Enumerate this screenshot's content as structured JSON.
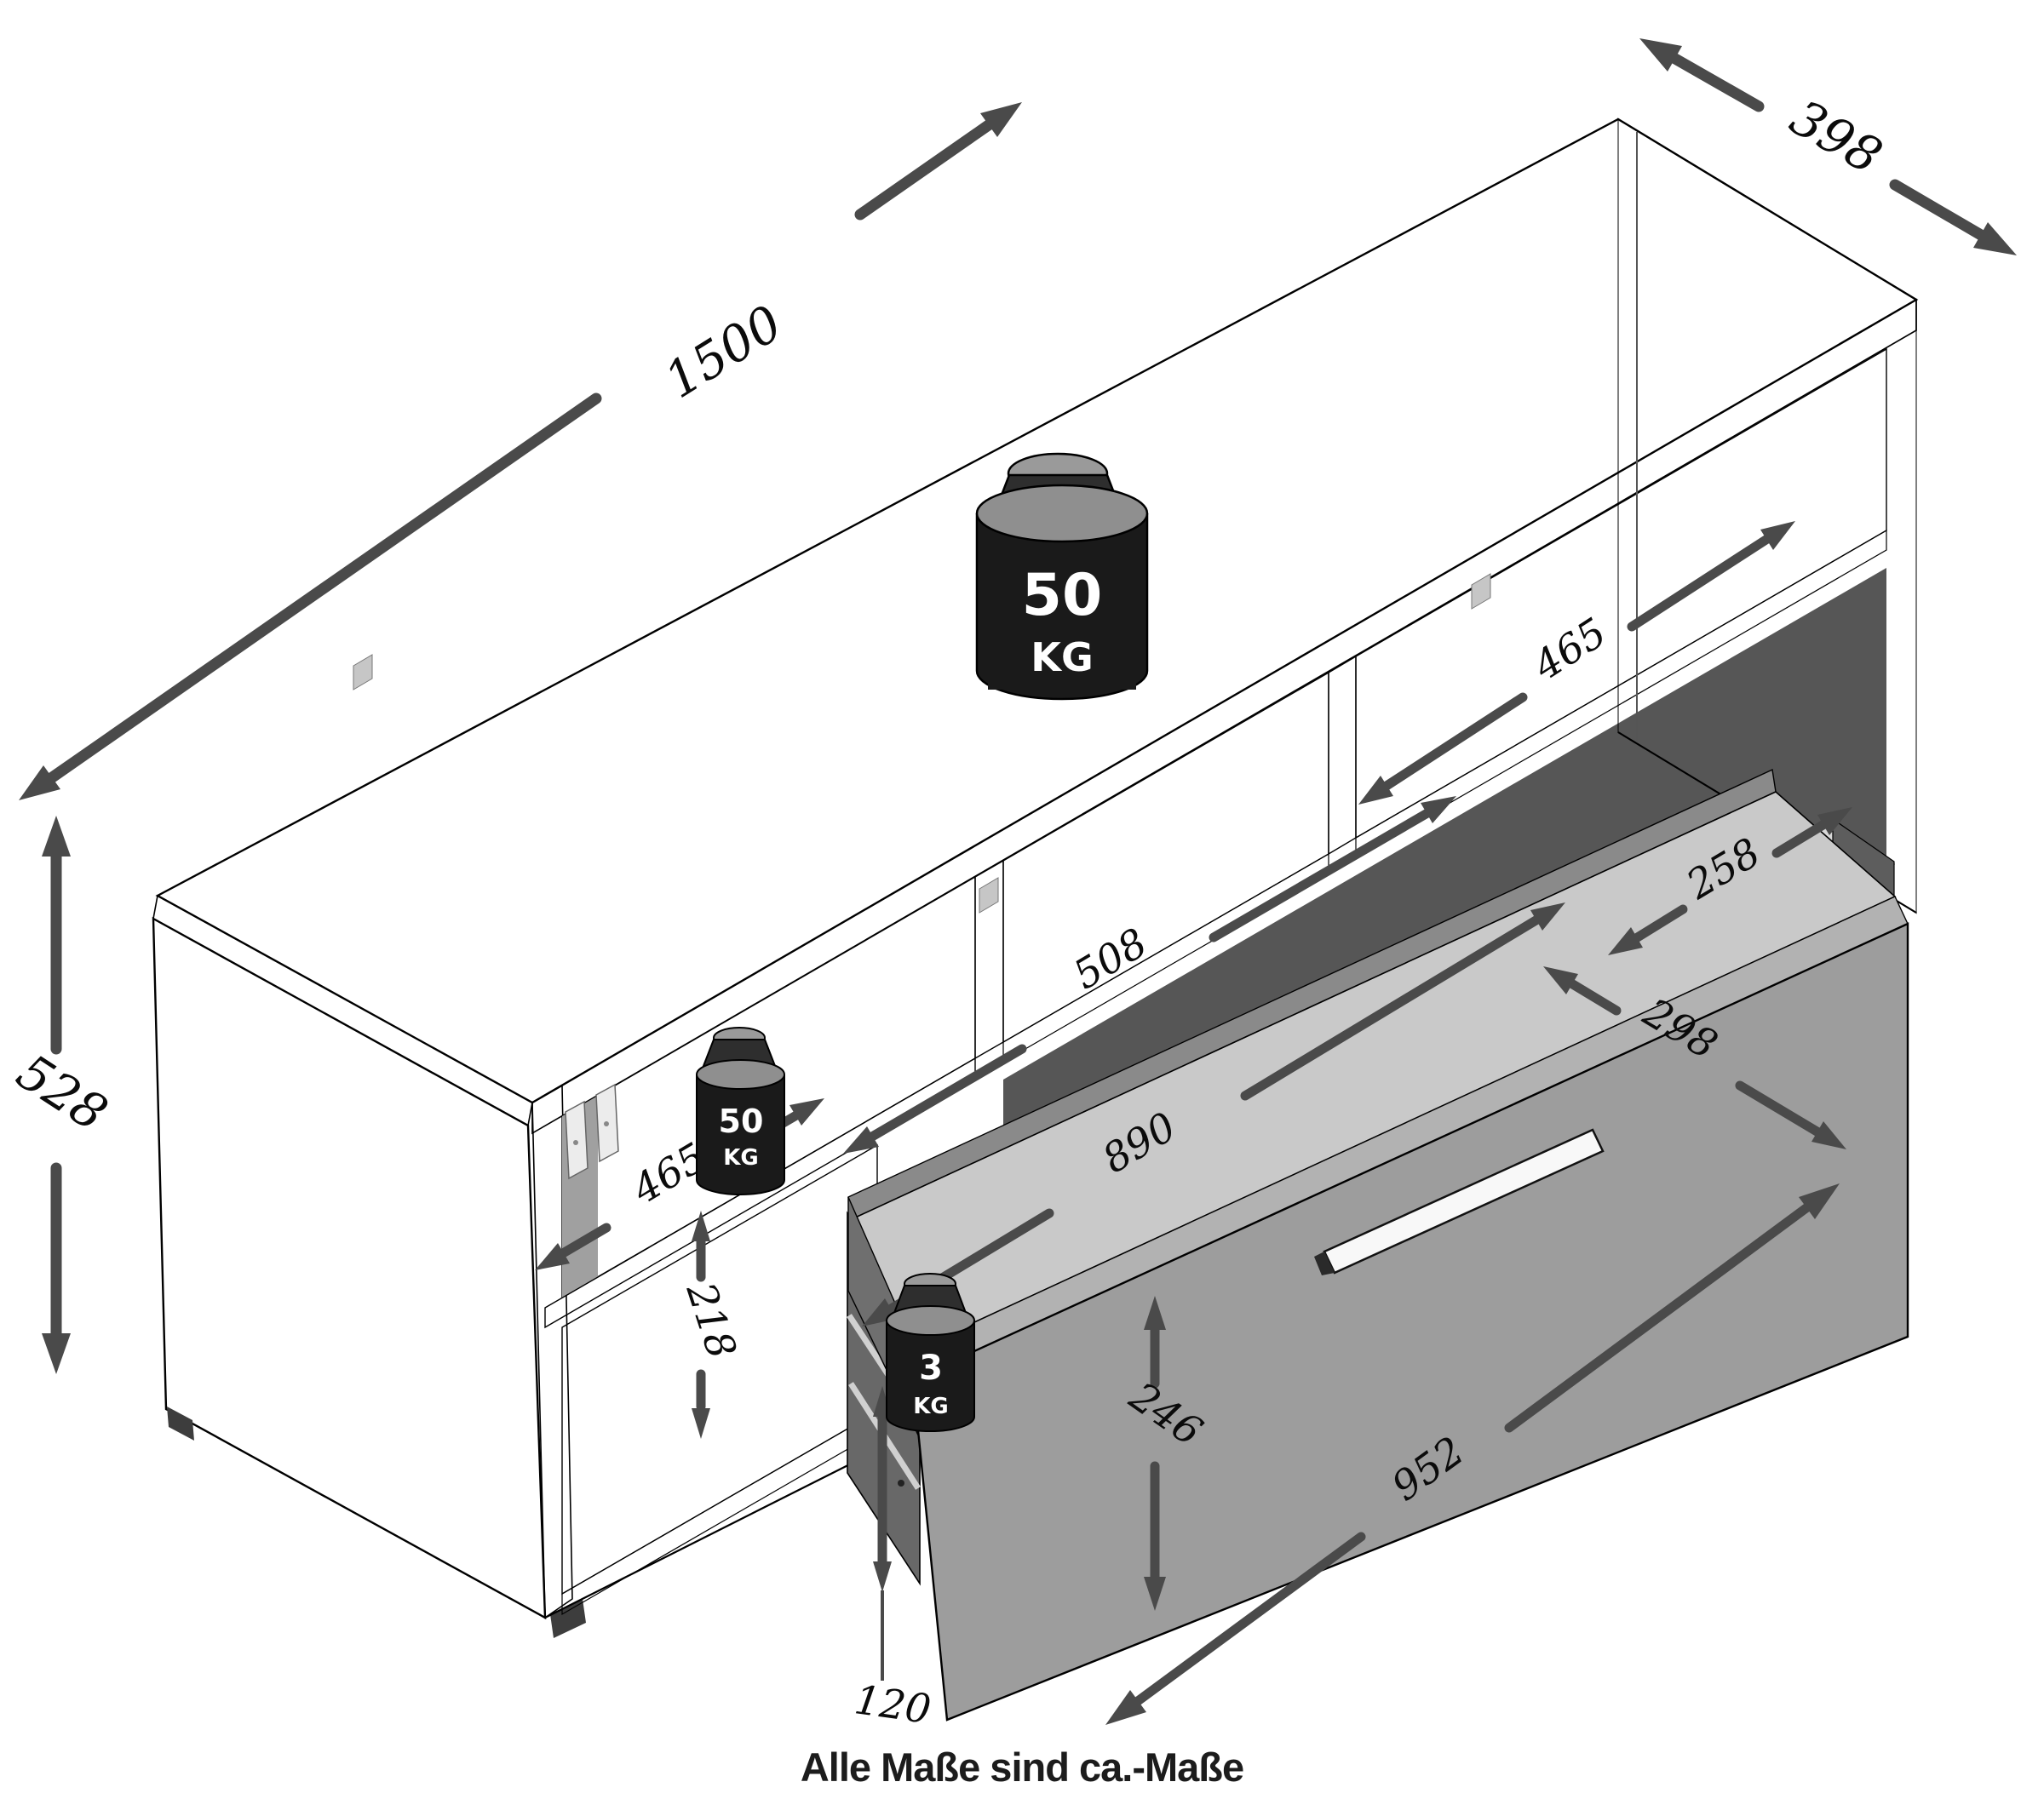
{
  "diagram_type": "furniture-dimension-drawing",
  "caption": "Alle Maße sind ca.-Maße",
  "dimensions_mm": {
    "overall_width": "1500",
    "overall_depth": "398",
    "overall_height": "528",
    "right_niche_width": "465",
    "right_end_niche_width": "258",
    "middle_niche_width": "508",
    "drawer_inner_width": "890",
    "drawer_inner_depth": "298",
    "drawer_front_width": "952",
    "drawer_front_height": "246",
    "drawer_inner_height": "120",
    "left_niche_height": "218",
    "left_niche_width": "465"
  },
  "load_capacities": {
    "top": {
      "value": "50",
      "unit": "KG"
    },
    "shelf": {
      "value": "50",
      "unit": "KG"
    },
    "drawer": {
      "value": "3",
      "unit": "KG"
    }
  },
  "colors": {
    "background": "#ffffff",
    "top_face": "#cccccc",
    "top_edge_strip": "#e3e3e3",
    "left_side": "#6a6a6a",
    "panel_band": "#8f8f8f",
    "niche_back": "#d2d2d2",
    "shelf_strip": "#e0e0e0",
    "opening_shadow": "#565656",
    "drawer_front": "#9d9d9d",
    "drawer_floor": "#c9c9c9",
    "drawer_back": "#8a8a8a",
    "drawer_wall": "#6f6f6f",
    "handle": "#f8f8f8",
    "arrow": "#4a4a4a",
    "weight_body": "#1a1a1a",
    "weight_top": "#8f8f8f",
    "dim_text": "#0b0b0b"
  }
}
